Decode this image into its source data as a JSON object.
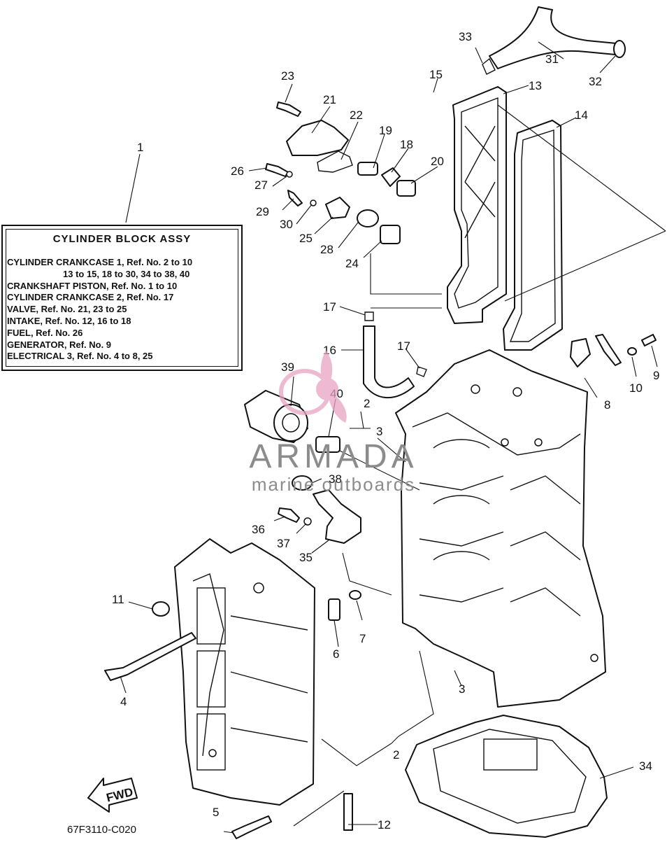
{
  "legend": {
    "title": "CYLINDER BLOCK ASSY",
    "lines": [
      "CYLINDER CRANKCASE 1, Ref. No. 2 to 10",
      "13 to 15, 18 to 30, 34 to 38, 40",
      "CRANKSHAFT PISTON,  Ref. No. 1 to 10",
      "CYLINDER CRANKCASE 2,  Ref. No. 17",
      "VALVE,  Ref. No. 21, 23 to 25",
      "INTAKE,  Ref. No. 12, 16 to 18",
      "FUEL,  Ref. No. 26",
      "GENERATOR,  Ref. No. 9",
      "ELECTRICAL 3,  Ref. No. 4 to 8, 25"
    ]
  },
  "callouts": {
    "c1": "1",
    "c2a": "2",
    "c2b": "2",
    "c3a": "3",
    "c3b": "3",
    "c4": "4",
    "c5": "5",
    "c6": "6",
    "c7": "7",
    "c8": "8",
    "c9": "9",
    "c10": "10",
    "c11": "11",
    "c12": "12",
    "c13": "13",
    "c14": "14",
    "c15": "15",
    "c16": "16",
    "c17a": "17",
    "c17b": "17",
    "c18": "18",
    "c19": "19",
    "c20": "20",
    "c21": "21",
    "c22": "22",
    "c23": "23",
    "c24": "24",
    "c25": "25",
    "c26": "26",
    "c27": "27",
    "c28": "28",
    "c29": "29",
    "c30": "30",
    "c31": "31",
    "c32": "32",
    "c33": "33",
    "c34": "34",
    "c35": "35",
    "c36": "36",
    "c37": "37",
    "c38": "38",
    "c39": "39",
    "c40": "40"
  },
  "fwd_label": "FWD",
  "diagram_code": "67F3110-C020",
  "watermark": {
    "brand": "ARMADA",
    "tagline": "marine outboards",
    "logo_color": "#e7a3c4",
    "text_color": "#8c8c8c"
  }
}
